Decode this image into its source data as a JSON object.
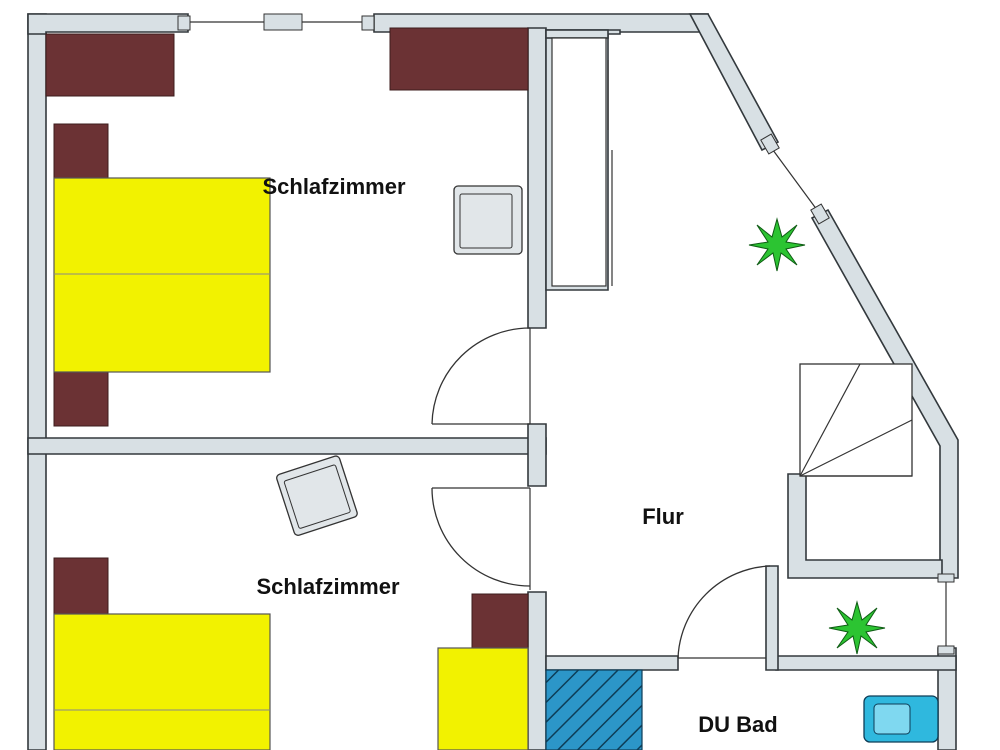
{
  "rooms": {
    "bedroom_top": "Schlafzimmer",
    "bedroom_bottom": "Schlafzimmer",
    "hall": "Flur",
    "bathroom": "DU Bad"
  },
  "colors": {
    "wall_fill": "#d8e0e4",
    "wall_stroke": "#33393d",
    "bed": "#f2f200",
    "nightstand": "#6b3234",
    "plant": "#2cc432",
    "shower": "#2c96c8",
    "sink": "#2fb8de",
    "chair": "#e1e6e9"
  },
  "icons": {
    "plant": "potted-plant-icon",
    "chair": "armchair-icon",
    "stairs": "staircase-icon",
    "shower": "shower-tray-icon",
    "sink": "washbasin-icon"
  }
}
